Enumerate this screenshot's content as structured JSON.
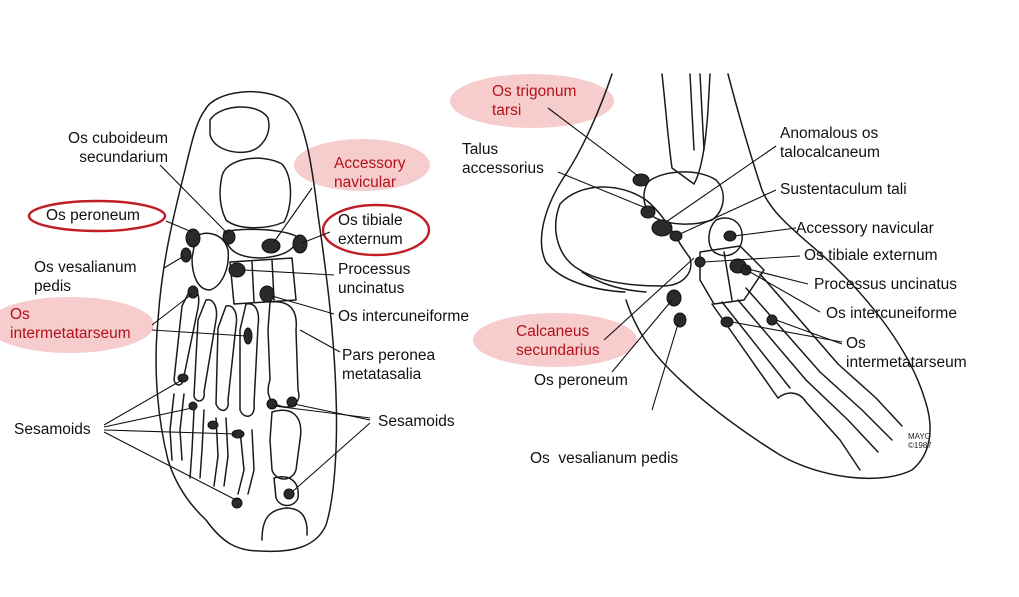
{
  "colors": {
    "highlight_fill": "#f6cccd",
    "highlight_ring": "#c01e24",
    "highlight_text": "#b3121a",
    "ink": "#111111",
    "bone_outline": "#1a1a1a",
    "ossicle_fill": "#2a2a2a"
  },
  "left_view": {
    "labels": {
      "os_cuboideum_secundarium": [
        "Os cuboideum",
        "secundarium"
      ],
      "accessory_navicular": [
        "Accessory",
        "navicular"
      ],
      "os_peroneum": [
        "Os peroneum"
      ],
      "os_tibiale_externum": [
        "Os tibiale",
        "externum"
      ],
      "os_vesalianum_pedis": [
        "Os vesalianum",
        "pedis"
      ],
      "processus_uncinatus": [
        "Processus",
        "uncinatus"
      ],
      "os_intermetatarseum": [
        "Os",
        "intermetatarseum"
      ],
      "os_intercuneiforme": [
        "Os intercuneiforme"
      ],
      "pars_peronea_metatasalia": [
        "Pars peronea",
        "metatasalia"
      ],
      "sesamoids_left": [
        "Sesamoids"
      ],
      "sesamoids_right": [
        "Sesamoids"
      ]
    }
  },
  "right_view": {
    "labels": {
      "os_trigonum_tarsi": [
        "Os trigonum",
        "tarsi"
      ],
      "talus_accessorius": [
        "Talus",
        "accessorius"
      ],
      "anomalous_os_talocalcaneum": [
        "Anomalous os",
        "talocalcaneum"
      ],
      "sustentaculum_tali": [
        "Sustentaculum tali"
      ],
      "accessory_navicular": [
        "Accessory navicular"
      ],
      "os_tibiale_externum": [
        "Os tibiale externum"
      ],
      "processus_uncinatus": [
        "Processus uncinatus"
      ],
      "os_intercuneiforme": [
        "Os intercuneiforme"
      ],
      "calcaneus_secundarius": [
        "Calcaneus",
        "secundarius"
      ],
      "os_intermetatarseum": [
        "Os",
        "intermetatarseum"
      ],
      "os_peroneum": [
        "Os peroneum"
      ],
      "os_vesalianum_pedis": [
        "Os  vesalianum pedis"
      ]
    }
  },
  "signature": [
    "MAYO",
    "©1987"
  ]
}
